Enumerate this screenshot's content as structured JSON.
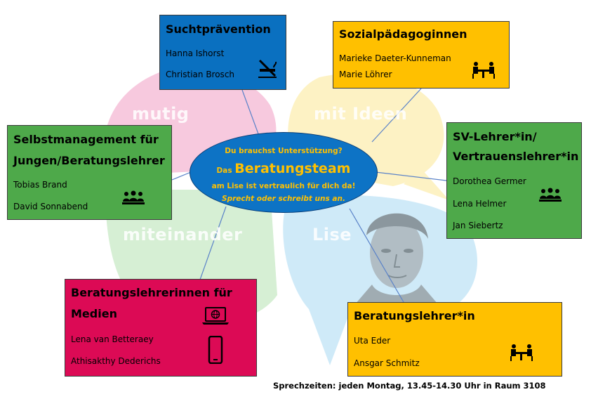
{
  "colors": {
    "blue": "#0a70c0",
    "yellow": "#ffc000",
    "green": "#4ea94a",
    "crimson": "#dc0a55",
    "pink_bubble": "#f7c9de",
    "yellow_bubble": "#fdf2c4",
    "green_bubble": "#d6efd4",
    "cyan_bubble": "#cfeaf8"
  },
  "background_words": [
    "mutig",
    "mit Ideen",
    "miteinander",
    "Lise"
  ],
  "center": {
    "line1": "Du brauchst Unterstützung?",
    "line2_prefix": "Das",
    "line2_big": "Beratungsteam",
    "line3": "am Lise ist vertraulich für dich da!",
    "line4": "Sprecht oder schreibt uns an."
  },
  "cards": {
    "suchtpraevention": {
      "title": "Suchtprävention",
      "names": [
        "Hanna Ishorst",
        "Christian Brosch"
      ],
      "icon": "no-smoking-icon"
    },
    "sozialpaedagoginnen": {
      "title": "Sozialpädagoginnen",
      "names": [
        "Marieke Daeter-Kunneman",
        "Marie Löhrer"
      ],
      "icon": "meeting-table-icon"
    },
    "selbstmanagement": {
      "title_line1": "Selbstmanagement für",
      "title_line2": "Jungen/Beratungslehrer",
      "names": [
        "Tobias Brand",
        "David Sonnabend"
      ],
      "icon": "group-icon"
    },
    "sv_lehrer": {
      "title_line1": "SV-Lehrer*in/",
      "title_line2": "Vertrauenslehrer*in",
      "names": [
        "Dorothea Germer",
        "Lena Helmer",
        "Jan Siebertz"
      ],
      "icon": "group-icon"
    },
    "medien": {
      "title_line1": "Beratungslehrerinnen für",
      "title_line2": "Medien",
      "names": [
        "Lena van Betteraey",
        "Athisakthy Dederichs"
      ],
      "icons": [
        "laptop-globe-icon",
        "smartphone-icon"
      ]
    },
    "beratungslehrer": {
      "title": "Beratungslehrer*in",
      "names": [
        "Uta Eder",
        "Ansgar Schmitz"
      ],
      "icon": "meeting-table-icon"
    }
  },
  "footer": "Sprechzeiten: jeden Montag, 13.45-14.30 Uhr in Raum 3108"
}
